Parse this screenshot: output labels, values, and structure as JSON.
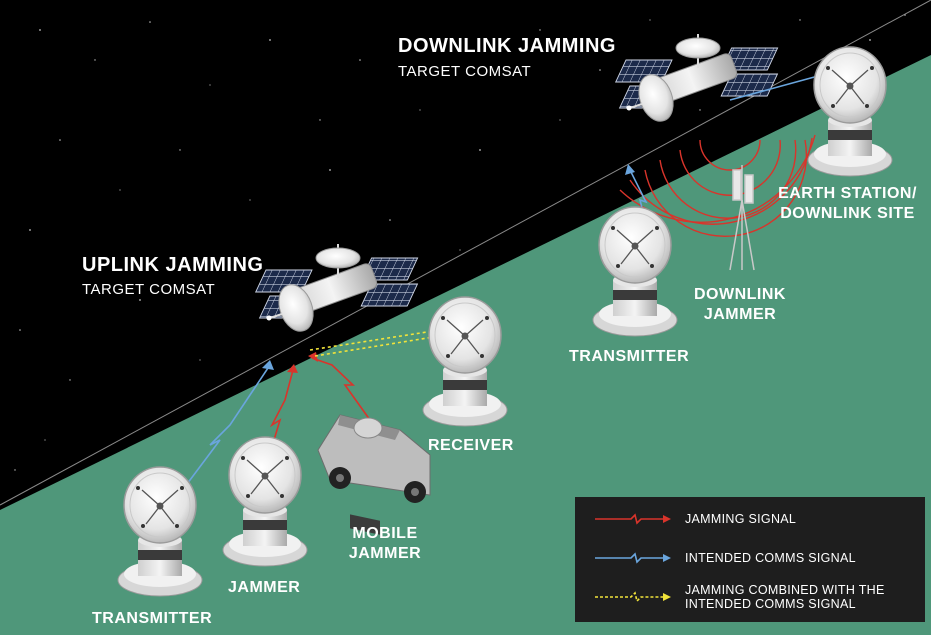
{
  "diagram": {
    "uplink": {
      "title": "UPLINK JAMMING",
      "subtitle": "TARGET COMSAT"
    },
    "downlink": {
      "title": "DOWNLINK JAMMING",
      "subtitle": "TARGET COMSAT"
    },
    "ground_labels": {
      "transmitter_left": "TRANSMITTER",
      "jammer": "JAMMER",
      "mobile_jammer_1": "MOBILE",
      "mobile_jammer_2": "JAMMER",
      "receiver": "RECEIVER",
      "transmitter_right": "TRANSMITTER",
      "downlink_jammer_1": "DOWNLINK",
      "downlink_jammer_2": "JAMMER",
      "earth_station_1": "EARTH STATION/",
      "earth_station_2": "DOWNLINK SITE"
    },
    "legend": {
      "jamming": "JAMMING SIGNAL",
      "intended": "INTENDED COMMS SIGNAL",
      "combined_1": "JAMMING COMBINED WITH THE",
      "combined_2": "INTENDED COMMS SIGNAL"
    },
    "colors": {
      "space": "#000000",
      "ground": "#4f977a",
      "jamming": "#d9342b",
      "intended": "#6aa5dd",
      "combined": "#f1e33a",
      "legend_bg": "#1e1e1e"
    }
  }
}
